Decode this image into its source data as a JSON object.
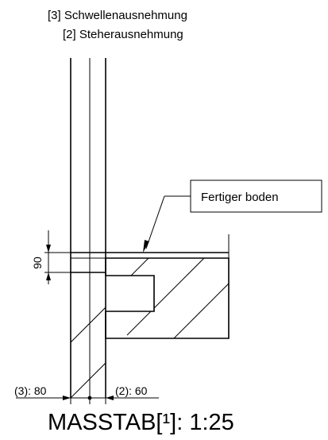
{
  "labels": {
    "schwellen": "[3] Schwellenausnehmung",
    "steher": "[2] Steherausnehmung",
    "boden": "Fertiger boden",
    "dim_90": "90",
    "dim_left": "(3): 80",
    "dim_right": "(2): 60",
    "scale": "MASSTAB[¹]: 1:25"
  },
  "colors": {
    "line": "#000000",
    "background": "#ffffff"
  }
}
